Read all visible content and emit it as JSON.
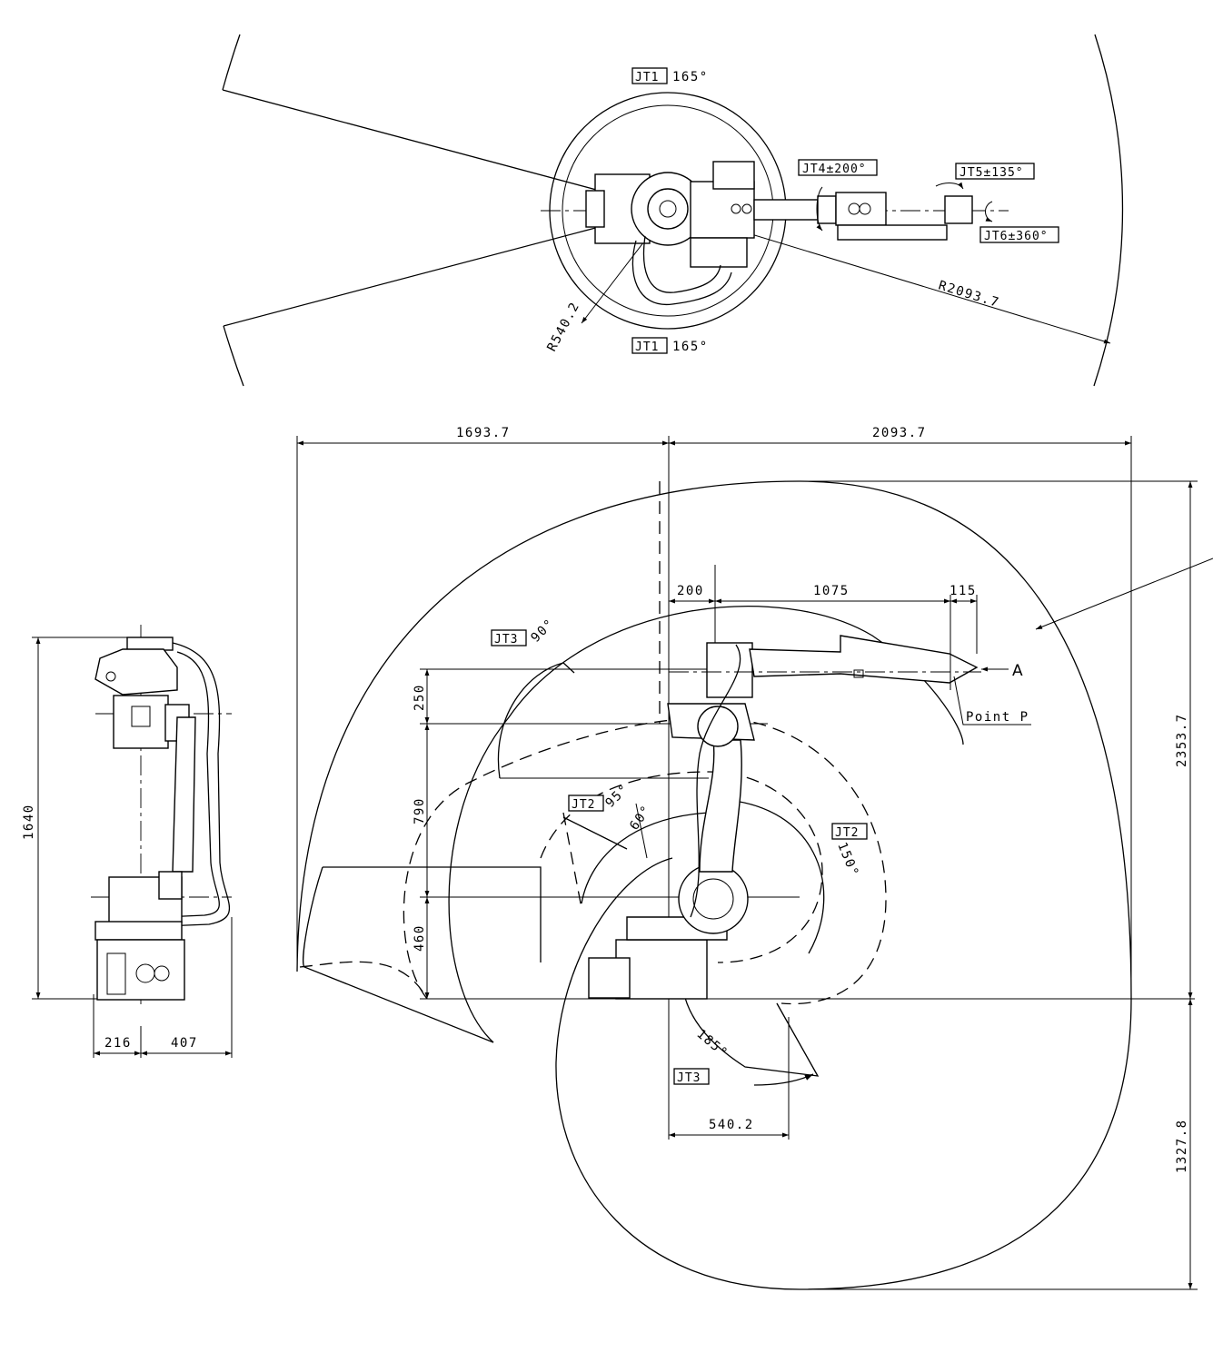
{
  "top_view": {
    "jt1_top": {
      "joint": "JT1",
      "angle": "165°"
    },
    "jt1_bottom": {
      "joint": "JT1",
      "angle": "165°"
    },
    "jt4": "JT4±200°",
    "jt5": "JT5±135°",
    "jt6": "JT6±360°",
    "r_inner": "R540.2",
    "r_outer": "R2093.7"
  },
  "side_left_view": {
    "height": "1640",
    "width_a": "216",
    "width_b": "407"
  },
  "main_view": {
    "reach_back": "1693.7",
    "reach_front": "2093.7",
    "arm_offset": "200",
    "arm_length": "1075",
    "wrist_length": "115",
    "height_250": "250",
    "height_790": "790",
    "height_460": "460",
    "height_total": "2353.7",
    "depth_below": "1327.8",
    "base_radius": "540.2",
    "jt3_upper": {
      "joint": "JT3",
      "angle": "90°"
    },
    "jt2_rear": {
      "joint": "JT2",
      "angle": "95°"
    },
    "angle_60": "60°",
    "jt2_front": {
      "joint": "JT2",
      "angle": "150°"
    },
    "jt3_lower": {
      "joint": "JT3",
      "angle": "185°"
    },
    "point_a": "A",
    "point_p": "Point P"
  }
}
